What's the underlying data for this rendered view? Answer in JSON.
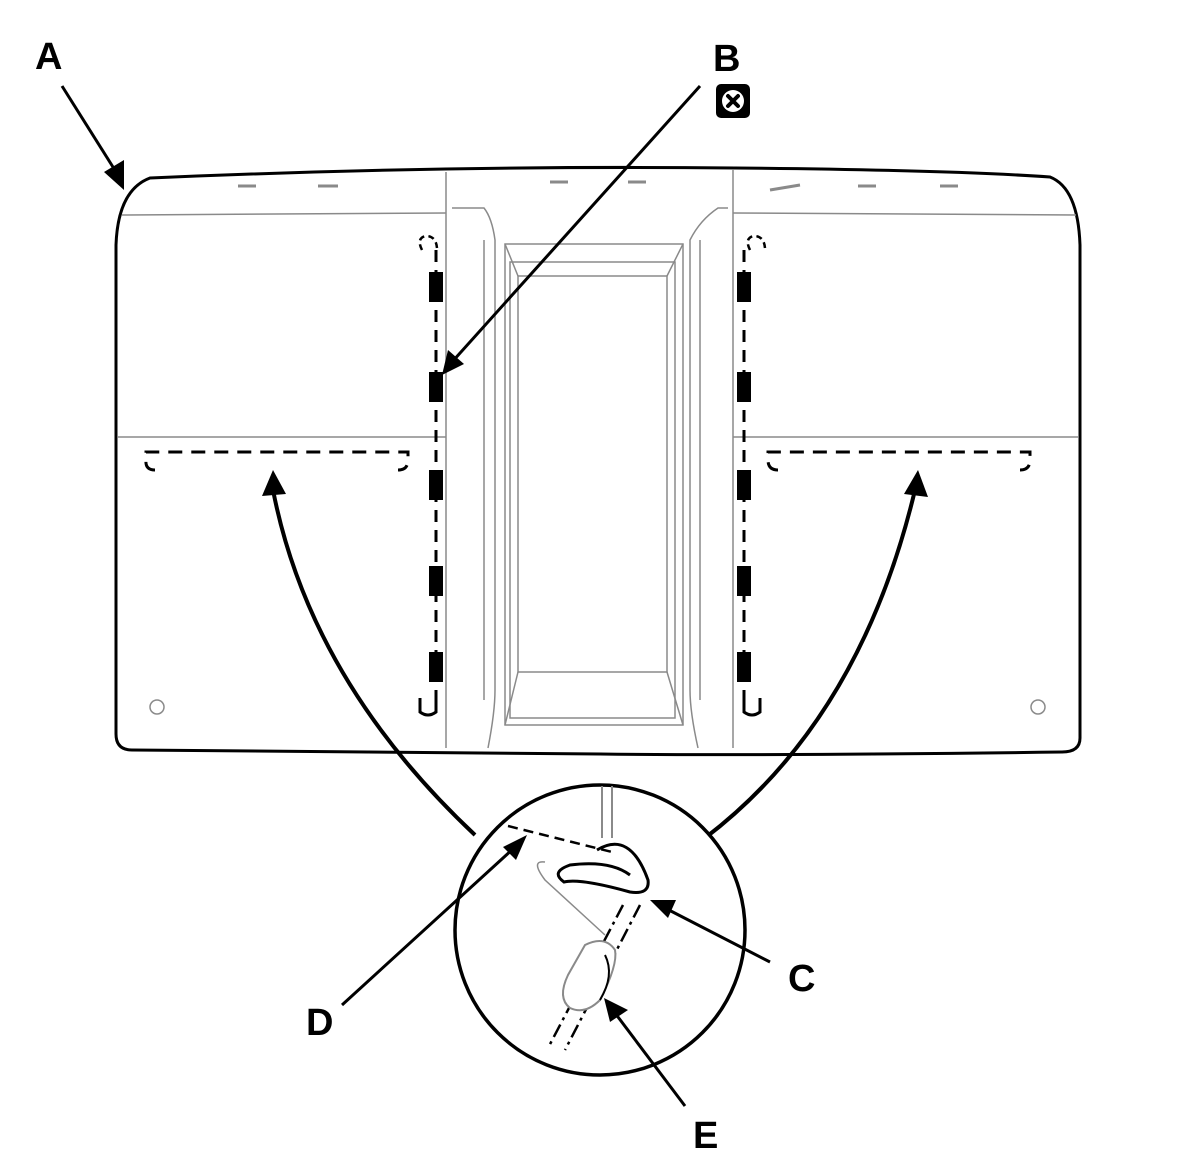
{
  "callouts": {
    "a": "A",
    "b": "B",
    "c": "C",
    "d": "D",
    "e": "E"
  },
  "b_marker_icon": "x-in-square-icon",
  "colors": {
    "line": "#000000",
    "light_line": "#8a8a8a",
    "background": "#ffffff"
  }
}
